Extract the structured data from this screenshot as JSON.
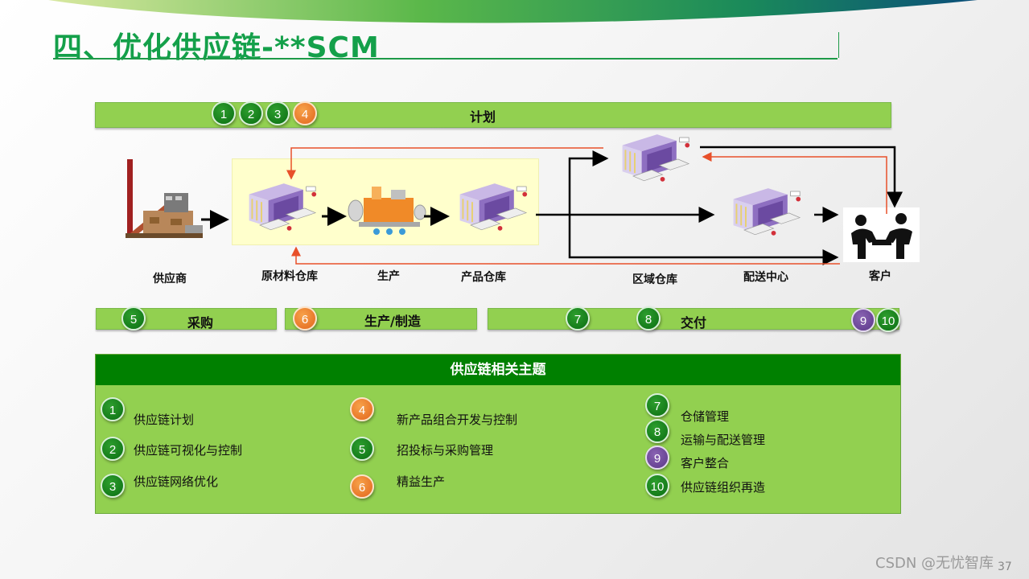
{
  "slide": {
    "title": "四、优化供应链-**SCM",
    "page_number": "37",
    "watermark": "CSDN @无忧智库"
  },
  "plan_bar": {
    "label": "计划",
    "badges": [
      {
        "num": "1",
        "color": "green"
      },
      {
        "num": "2",
        "color": "green"
      },
      {
        "num": "3",
        "color": "green"
      },
      {
        "num": "4",
        "color": "orange"
      }
    ]
  },
  "flow_nodes": [
    {
      "label": "供应商",
      "icon": "factory-icon"
    },
    {
      "label": "原材料仓库",
      "icon": "warehouse-icon"
    },
    {
      "label": "生产",
      "icon": "production-line-icon"
    },
    {
      "label": "产品仓库",
      "icon": "warehouse-icon"
    },
    {
      "label": "区域仓库",
      "icon": "warehouse-icon"
    },
    {
      "label": "配送中心",
      "icon": "warehouse-icon"
    },
    {
      "label": "客户",
      "icon": "customer-handshake-icon"
    }
  ],
  "phase_bars": [
    {
      "label": "采购",
      "badges": [
        {
          "num": "5",
          "color": "green"
        }
      ]
    },
    {
      "label": "生产/制造",
      "badges": [
        {
          "num": "6",
          "color": "orange"
        }
      ]
    },
    {
      "label": "交付",
      "badges": [
        {
          "num": "7",
          "color": "green"
        },
        {
          "num": "8",
          "color": "green"
        },
        {
          "num": "9",
          "color": "purple"
        },
        {
          "num": "10",
          "color": "green"
        }
      ]
    }
  ],
  "topics": {
    "header": "供应链相关主题",
    "items": [
      {
        "num": "1",
        "color": "green",
        "text": "供应链计划"
      },
      {
        "num": "2",
        "color": "green",
        "text": "供应链可视化与控制"
      },
      {
        "num": "3",
        "color": "green",
        "text": "供应链网络优化"
      },
      {
        "num": "4",
        "color": "orange",
        "text": "新产品组合开发与控制"
      },
      {
        "num": "5",
        "color": "green",
        "text": "招投标与采购管理"
      },
      {
        "num": "6",
        "color": "orange",
        "text": "精益生产"
      },
      {
        "num": "7",
        "color": "green",
        "text": "仓储管理"
      },
      {
        "num": "8",
        "color": "green",
        "text": "运输与配送管理"
      },
      {
        "num": "9",
        "color": "purple",
        "text": "客户整合"
      },
      {
        "num": "10",
        "color": "green",
        "text": "供应链组织再造"
      }
    ]
  },
  "colors": {
    "title_green": "#14a04a",
    "bar_green": "#92d050",
    "header_green": "#008000",
    "badge_green": "#0a6e12",
    "badge_orange": "#e2651c",
    "badge_purple": "#5a3788",
    "feedback_red": "#e8502a",
    "highlight_yellow": "#ffffcc"
  }
}
